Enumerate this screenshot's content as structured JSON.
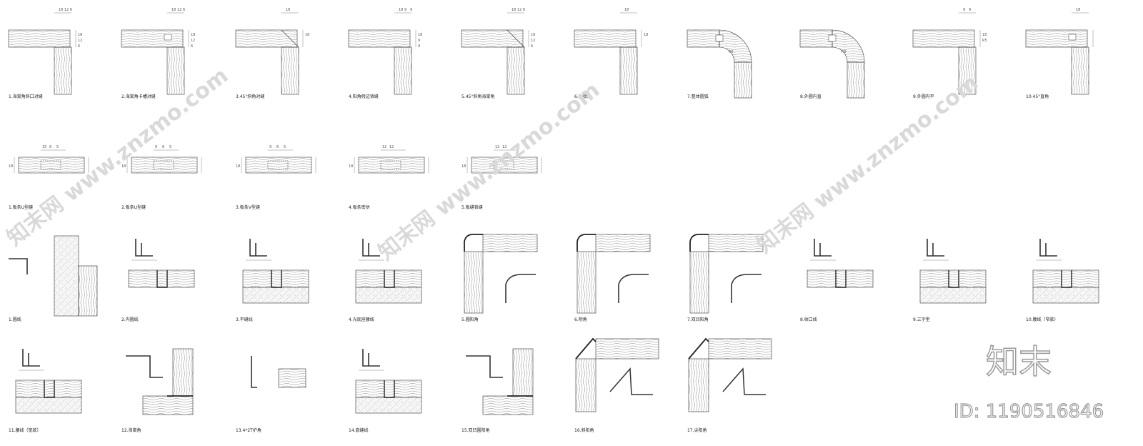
{
  "row1": [
    {
      "label": "1.海棠角斜口对缝",
      "dims": [
        "18",
        "12",
        "6",
        "18",
        "12",
        "6"
      ]
    },
    {
      "label": "2.海棠角卡槽对缝",
      "dims": [
        "18",
        "12",
        "6",
        "18",
        "12",
        "6"
      ]
    },
    {
      "label": "3.45°斜角对缝",
      "dims": [
        "18",
        "18"
      ]
    },
    {
      "label": "4.阳角假边背缝",
      "dims": [
        "18",
        "9",
        "9",
        "18",
        "9",
        "9"
      ]
    },
    {
      "label": "5.45°斜角海棠角",
      "dims": [
        "18",
        "12",
        "6",
        "18",
        "12",
        "6"
      ]
    },
    {
      "label": "6.拼接角",
      "dims": [
        "18",
        "18"
      ]
    },
    {
      "label": "7.整体圆弧",
      "dims": [
        "R5"
      ]
    },
    {
      "label": "8.外圆内直",
      "dims": [
        "R5"
      ]
    },
    {
      "label": "9.外圆内平",
      "dims": [
        "9",
        "9",
        "18",
        "R5"
      ]
    },
    {
      "label": "10.45°直角",
      "dims": [
        "18"
      ]
    }
  ],
  "row2": [
    {
      "label": "1.板条U型缝",
      "dims": [
        "15",
        "6",
        "5",
        "18"
      ]
    },
    {
      "label": "2.板条U型缝",
      "dims": [
        "9",
        "6",
        "5",
        "18"
      ]
    },
    {
      "label": "3.板条V型缝",
      "dims": [
        "9",
        "6",
        "5",
        "18"
      ]
    },
    {
      "label": "4.板条密拼",
      "dims": [
        "12",
        "12",
        "18"
      ]
    },
    {
      "label": "5.板缝背缝",
      "dims": [
        "12",
        "12",
        "18"
      ]
    }
  ],
  "row3": [
    {
      "label": "1.圆线"
    },
    {
      "label": "2.内圆线"
    },
    {
      "label": "3.平缝线"
    },
    {
      "label": "4.光底座腰线"
    },
    {
      "label": "5.圆阳角"
    },
    {
      "label": "6.阴角"
    },
    {
      "label": "7.双凹阳角"
    },
    {
      "label": "8.收口线"
    },
    {
      "label": "9.三字型"
    },
    {
      "label": "10.腰线（窄款）"
    }
  ],
  "row4": [
    {
      "label": "11.腰线（宽款）"
    },
    {
      "label": "12.海棠角"
    },
    {
      "label": "13.4*2T护角"
    },
    {
      "label": "14.嵌缝线"
    },
    {
      "label": "15.双凹圆阳角"
    },
    {
      "label": "16.斜阳角"
    },
    {
      "label": "17.尖阳角"
    }
  ],
  "watermark": {
    "text": "知末网 www.znzmo.com",
    "brand": "知末",
    "id": "ID: 1190516846"
  }
}
